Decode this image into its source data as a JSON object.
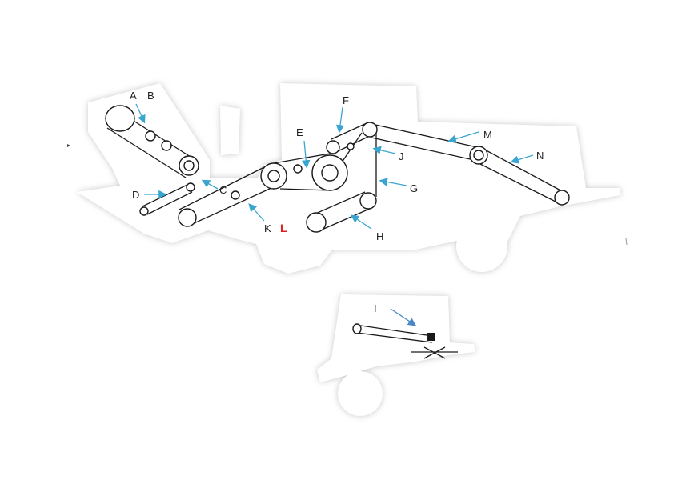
{
  "colors": {
    "background": "#ffffff",
    "shadow": "#9a9a9a",
    "silhouette": "#ffffff",
    "belt": "#1a1a1a",
    "arrow": "#3aa6cf",
    "arrow_lower": "#4a86c8",
    "label": "#222222",
    "label_highlight": "#e02020"
  },
  "labels": {
    "a": "A",
    "b": "B",
    "c": "C",
    "d": "D",
    "e": "E",
    "f": "F",
    "g": "G",
    "h": "H",
    "i": "I",
    "j": "J",
    "k": "K",
    "l": "L",
    "m": "M",
    "n": "N"
  }
}
